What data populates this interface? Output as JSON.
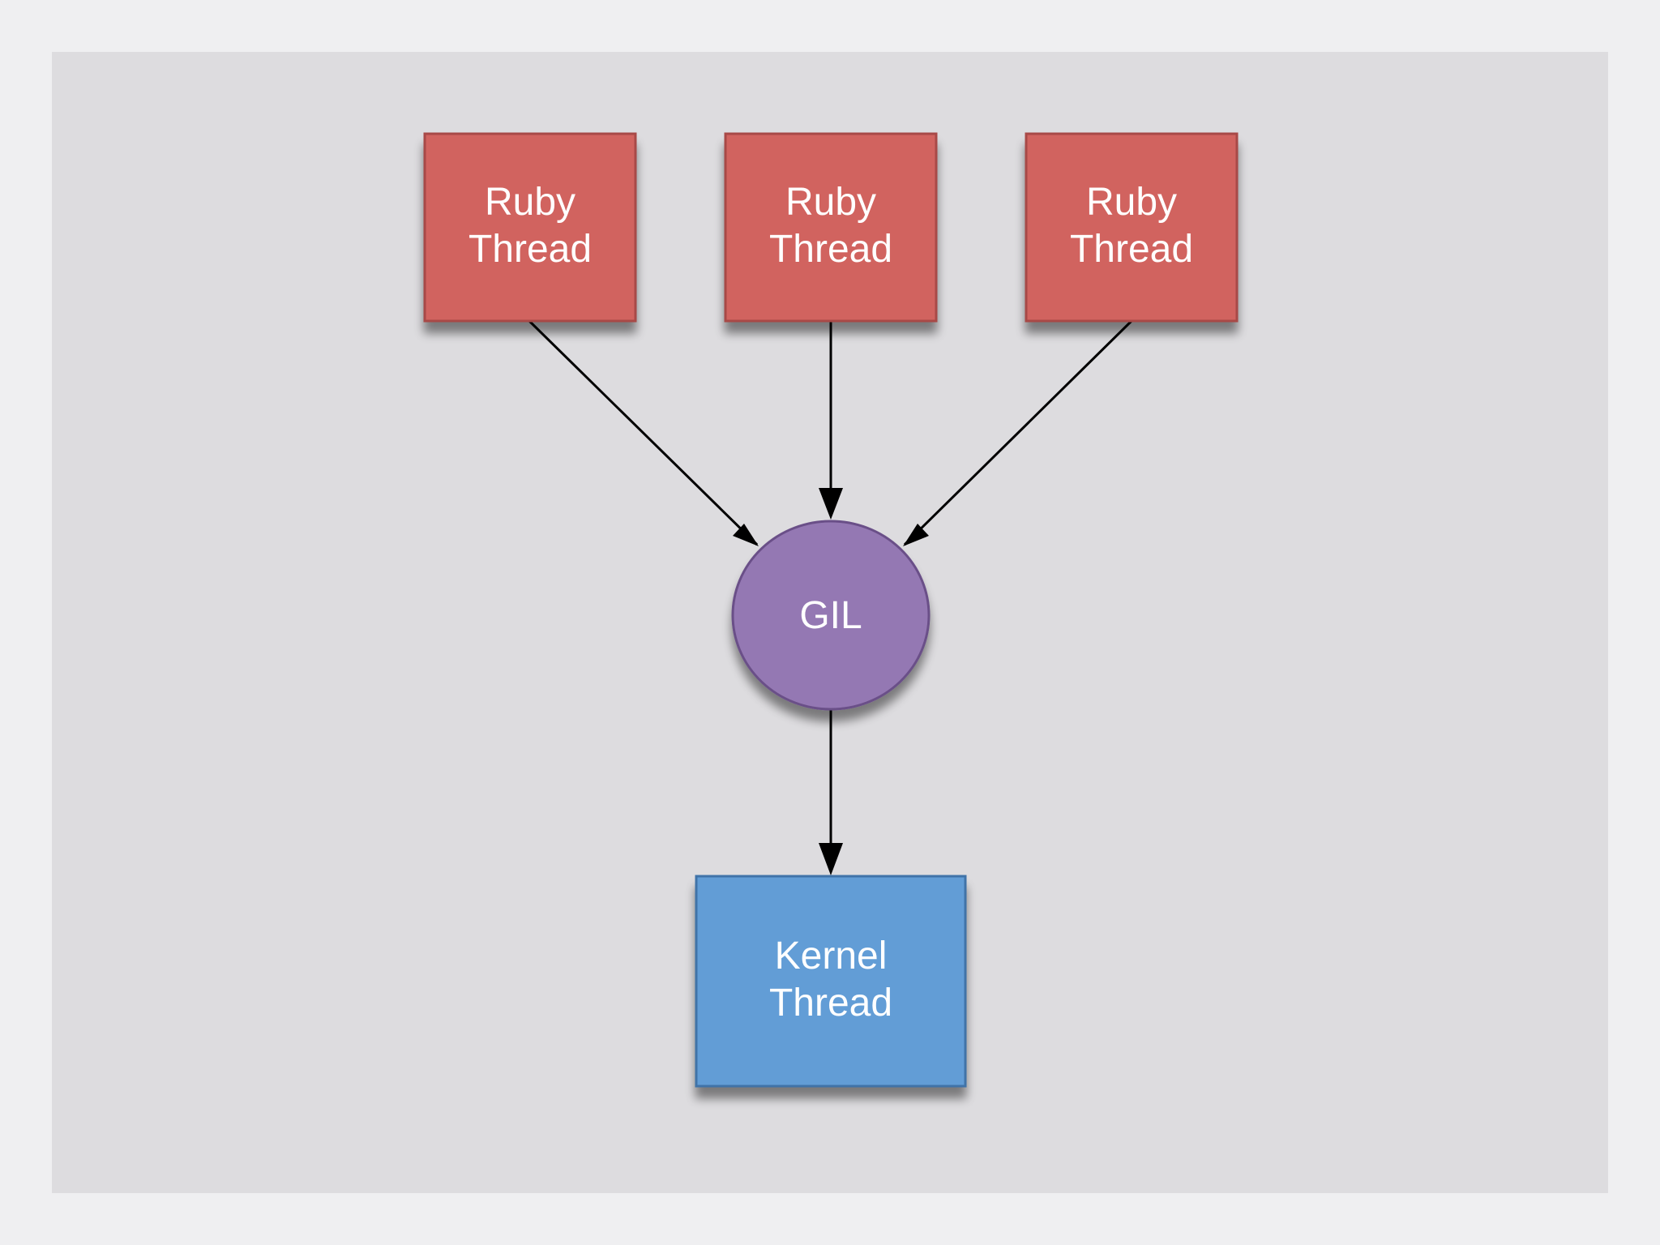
{
  "diagram": {
    "ruby_threads": [
      {
        "line1": "Ruby",
        "line2": "Thread"
      },
      {
        "line1": "Ruby",
        "line2": "Thread"
      },
      {
        "line1": "Ruby",
        "line2": "Thread"
      }
    ],
    "gil": {
      "label": "GIL"
    },
    "kernel_thread": {
      "line1": "Kernel",
      "line2": "Thread"
    },
    "colors": {
      "ruby_thread_fill": "#d1645f",
      "ruby_thread_stroke": "#a84a46",
      "gil_fill": "#9478b3",
      "gil_stroke": "#6a4f88",
      "kernel_fill": "#629dd6",
      "kernel_stroke": "#3f73a8",
      "arrow": "#000000",
      "background": "#dddcdf"
    }
  }
}
